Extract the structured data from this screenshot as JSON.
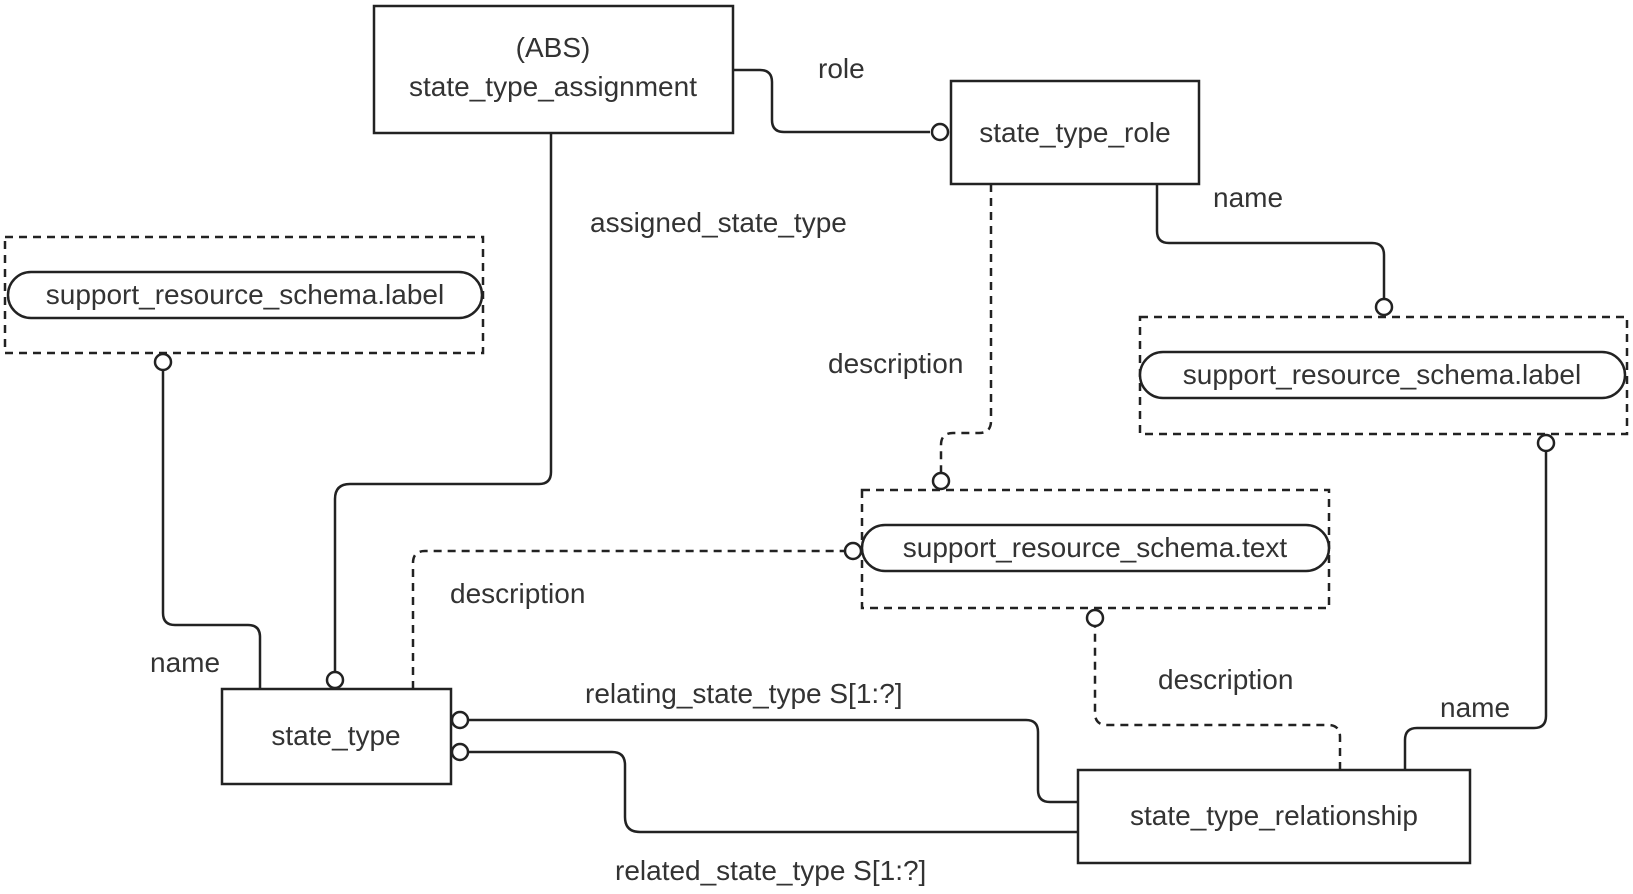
{
  "entities": {
    "state_type_assignment": {
      "prefix": "(ABS)",
      "name": "state_type_assignment"
    },
    "state_type_role": {
      "name": "state_type_role"
    },
    "state_type": {
      "name": "state_type"
    },
    "state_type_relationship": {
      "name": "state_type_relationship"
    }
  },
  "types": {
    "label_left": "support_resource_schema.label",
    "label_right": "support_resource_schema.label",
    "text_center": "support_resource_schema.text"
  },
  "relations": {
    "role": "role",
    "assigned_state_type": "assigned_state_type",
    "name_role": "name",
    "description_role": "description",
    "name_state_type": "name",
    "description_state_type": "description",
    "description_relationship": "description",
    "name_relationship": "name",
    "relating_state_type": "relating_state_type S[1:?]",
    "related_state_type": "related_state_type S[1:?]"
  }
}
